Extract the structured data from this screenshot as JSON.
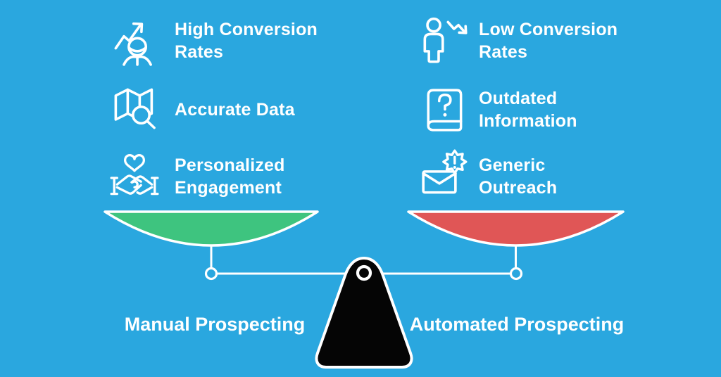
{
  "colors": {
    "background": "#2AA7DF",
    "pan_left": "#3EC47F",
    "pan_right": "#E05656",
    "fulcrum": "#050505",
    "line": "#FFFFFF",
    "text": "#FFFFFF"
  },
  "left_side": {
    "label": "Manual Prospecting",
    "items": [
      {
        "icon": "person-growth-arrow-icon",
        "lines": [
          "High Conversion",
          "Rates"
        ]
      },
      {
        "icon": "map-magnifier-icon",
        "lines": [
          "Accurate Data"
        ]
      },
      {
        "icon": "heart-handshake-icon",
        "lines": [
          "Personalized",
          "Engagement"
        ]
      }
    ]
  },
  "right_side": {
    "label": "Automated Prospecting",
    "items": [
      {
        "icon": "person-decline-arrow-icon",
        "lines": [
          "Low Conversion",
          "Rates"
        ]
      },
      {
        "icon": "book-question-icon",
        "lines": [
          "Outdated",
          "Information"
        ]
      },
      {
        "icon": "envelope-alert-icon",
        "lines": [
          "Generic",
          "Outreach"
        ]
      }
    ]
  }
}
